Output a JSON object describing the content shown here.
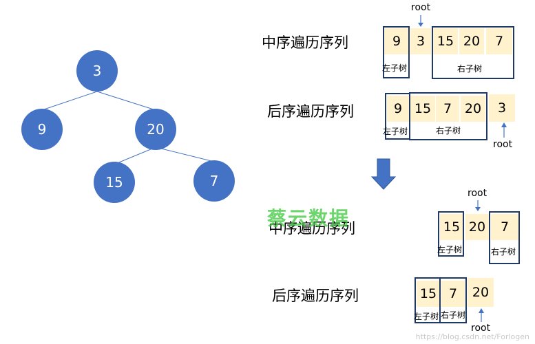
{
  "tree": {
    "root": "3",
    "left": "9",
    "right": "20",
    "right_left": "15",
    "right_right": "7"
  },
  "step1": {
    "inorder_label": "中序遍历序列",
    "inorder_cells": [
      "9",
      "3",
      "15",
      "20",
      "7"
    ],
    "inorder_left": "左子树",
    "inorder_right": "右子树",
    "root_label_top": "root",
    "postorder_label": "后序遍历序列",
    "postorder_cells": [
      "9",
      "15",
      "7",
      "20",
      "3"
    ],
    "postorder_left": "左子树",
    "postorder_right": "右子树",
    "root_label_bottom": "root"
  },
  "step2": {
    "inorder_label": "中序遍历序列",
    "inorder_cells": [
      "15",
      "20",
      "7"
    ],
    "inorder_left": "左子树",
    "inorder_right": "右子树",
    "root_label_top": "root",
    "postorder_label": "后序遍历序列",
    "postorder_cells": [
      "15",
      "7",
      "20"
    ],
    "postorder_left": "左子树",
    "postorder_right": "右子树",
    "root_label_bottom": "root"
  },
  "watermark": "蔡云数据",
  "credit": "https://blog.csdn.net/Forlogen",
  "colors": {
    "node_fill": "#4472c4",
    "cell_fill": "#fff2cc",
    "box_stroke": "#1f3864",
    "arrow": "#4472c4"
  }
}
